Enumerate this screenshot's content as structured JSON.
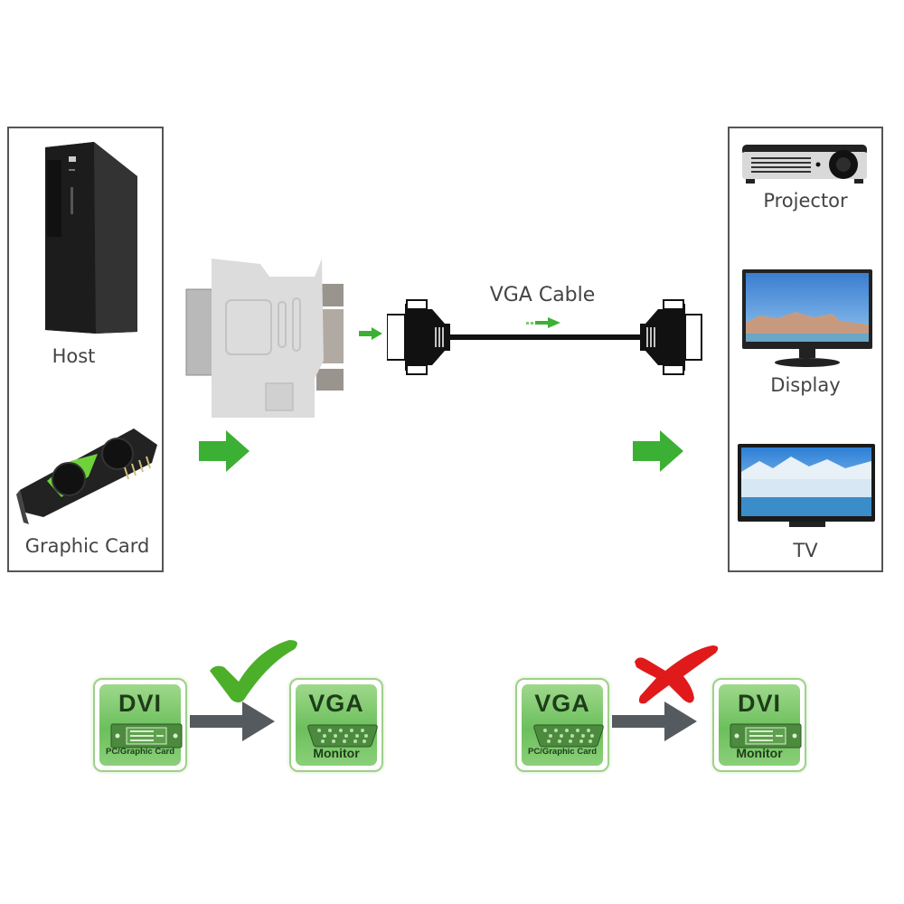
{
  "source_panel": {
    "items": [
      {
        "label": "Host",
        "icon": "desktop-tower-icon"
      },
      {
        "label": "Graphic Card",
        "icon": "graphics-card-icon"
      }
    ]
  },
  "middle": {
    "adapter": {
      "icon": "dvi-to-vga-adapter-icon"
    },
    "cable": {
      "label": "VGA Cable",
      "icon": "vga-cable-icon"
    }
  },
  "target_panel": {
    "items": [
      {
        "label": "Projector",
        "icon": "projector-icon"
      },
      {
        "label": "Display",
        "icon": "monitor-icon"
      },
      {
        "label": "TV",
        "icon": "tv-icon"
      }
    ]
  },
  "compatibility": {
    "supported": {
      "status": "check",
      "from": {
        "title": "DVI",
        "subtitle": "PC/Graphic Card"
      },
      "to": {
        "title": "VGA",
        "subtitle": "Monitor"
      }
    },
    "unsupported": {
      "status": "cross",
      "from": {
        "title": "VGA",
        "subtitle": "PC/Graphic Card"
      },
      "to": {
        "title": "DVI",
        "subtitle": "Monitor"
      }
    }
  },
  "colors": {
    "arrow_green": "#3cb034",
    "check_green": "#4caf2a",
    "cross_red": "#e01a1a",
    "badge_green": "#6cbf5c",
    "panel_border": "#555555",
    "flow_arrow_gray": "#555a5e"
  }
}
